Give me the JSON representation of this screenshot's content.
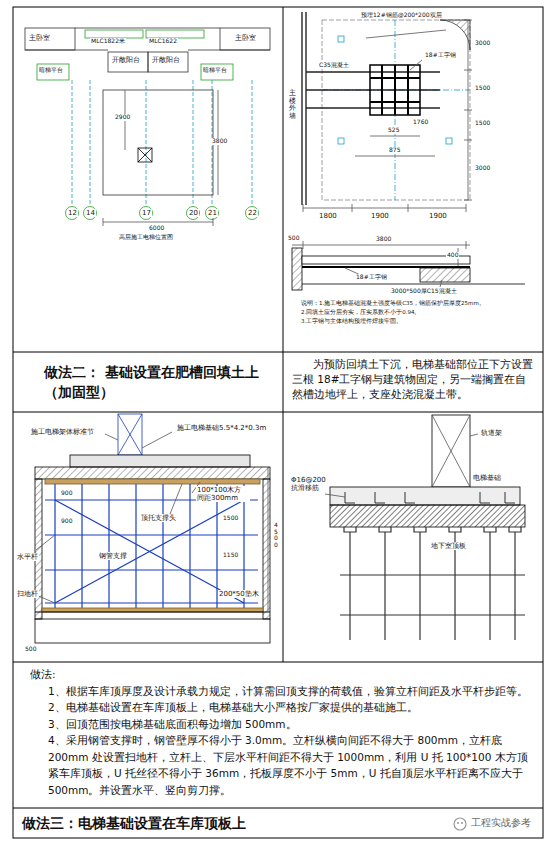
{
  "diagram": {
    "nodes": [
      {
        "text": [
          "做法二： 基础设置在肥槽回填土上（加固型）"
        ]
      },
      {
        "text": [
          "为预防回填土下沉，电梯基础部位正下方设置三根 18#工字钢与建筑物固定，另一端搁置在自然槽边地坪上，支座处浇混凝土带。"
        ]
      },
      {
        "text": [
          "做法:",
          "1、根据车库顶厚度及设计承载力规定，计算需回顶支撑的荷载值，验算立杆间距及水平杆步距等。",
          "2、电梯基础设置在车库顶板上，电梯基础大小严格按厂家提供的基础施工。",
          "3、回顶范围按电梯基础底面积每边增加 500mm。",
          "4、采用钢管支撑时，钢管壁厚不得小于 3.0mm。立杆纵横向间距不得大于 800mm，立杆底 200mm 处设置扫地杆，立杆上、下层水平杆间距不得大于 1000mm，利用 U 托 100*100 木方顶紧车库顶板，U 托丝径不得小于 36mm，托板厚度不小于 5mm，U 托自顶层水平杆距离不应大于 500mm。并设置水平、竖向剪刀撑。"
        ]
      },
      {
        "text": [
          "做法三：电梯基础设置在车库顶板上"
        ]
      }
    ],
    "labels": [
      "主卧室",
      "MLC1822米",
      "MLC1622",
      "主卧室",
      "开敞阳台",
      "开敞阳台",
      "暗梯平台",
      "暗梯平台",
      "2900",
      "3800",
      "12",
      "14",
      "17",
      "20",
      "21",
      "22",
      "6000",
      "高层施工电梯位置图",
      "预埋12#钢筋@200*200双层",
      "18#工字钢",
      "C35混凝土",
      "主楼外墙",
      "1760",
      "525",
      "875",
      "3000",
      "1500",
      "1500",
      "3000",
      "1800",
      "1900",
      "1900",
      "500",
      "3800",
      "400",
      "18#工字钢",
      "3000*500厚C15混凝土",
      "说明：1.施工电梯基础混凝土强度等级C35，钢筋保护层厚度25mm。",
      "2.回填土应分层夯实，压实系数不小于0.94。",
      "3.工字钢与主体结构预埋件焊接牢固。",
      "施工电梯架体标准节",
      "施工电梯基础5.5*4.2*0.3m",
      "100*100木方 间距300mm",
      "顶托支撑头",
      "钢管支撑",
      "水平杆",
      "扫地杆",
      "900",
      "900",
      "1500",
      "1150",
      "200*50垫木",
      "4500",
      "500",
      "轨道架",
      "电梯基础",
      "Φ16@200 抗滑移筋",
      "地下室顶板",
      "工程实战参考"
    ]
  }
}
